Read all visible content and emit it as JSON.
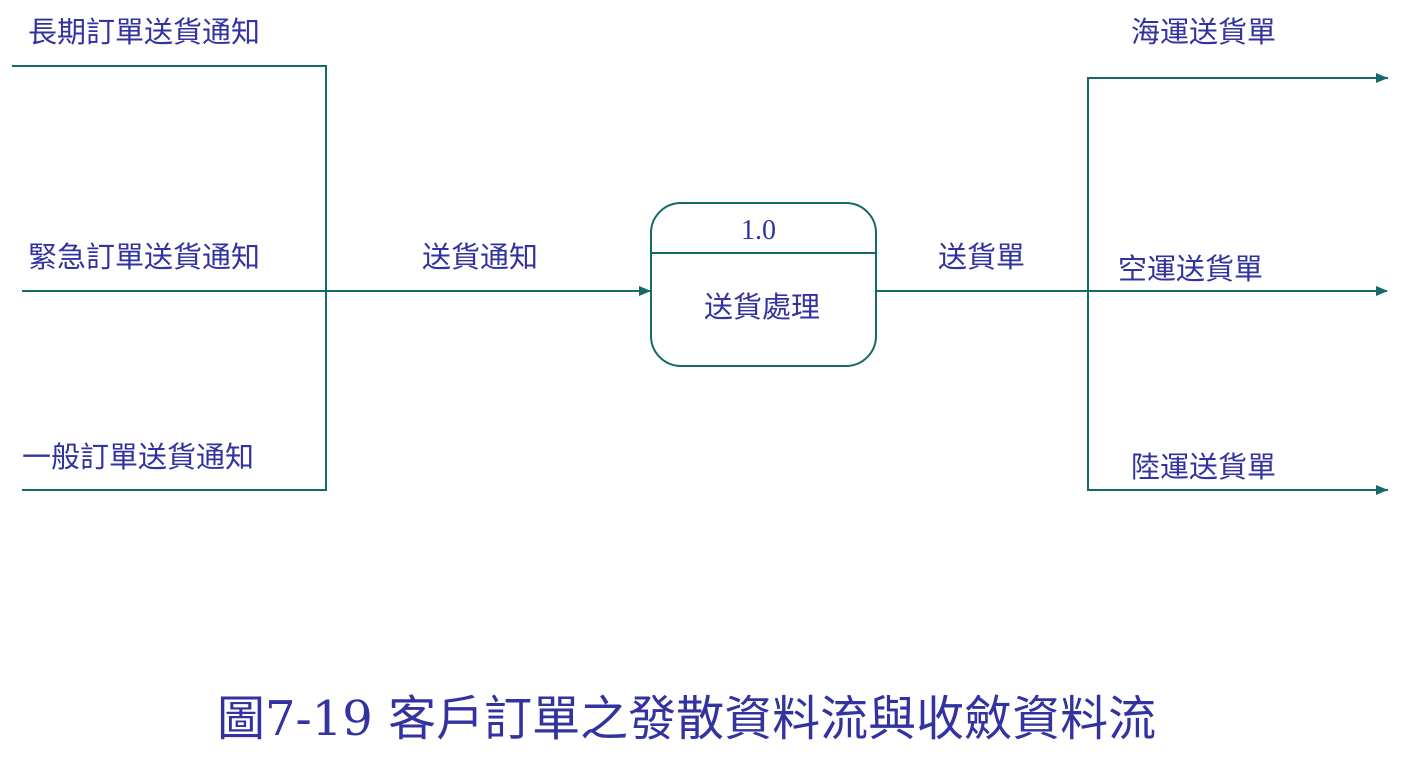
{
  "colors": {
    "line": "#156a69",
    "text": "#3232a0",
    "background": "#ffffff"
  },
  "inputs": [
    {
      "label": "長期訂單送貨通知"
    },
    {
      "label": "緊急訂單送貨通知"
    },
    {
      "label": "一般訂單送貨通知"
    }
  ],
  "merged_input": {
    "label": "送貨通知"
  },
  "process": {
    "id": "1.0",
    "name": "送貨處理"
  },
  "merged_output": {
    "label": "送貨單"
  },
  "outputs": [
    {
      "label": "海運送貨單"
    },
    {
      "label": "空運送貨單"
    },
    {
      "label": "陸運送貨單"
    }
  ],
  "caption": "圖7-19 客戶訂單之發散資料流與收斂資料流"
}
